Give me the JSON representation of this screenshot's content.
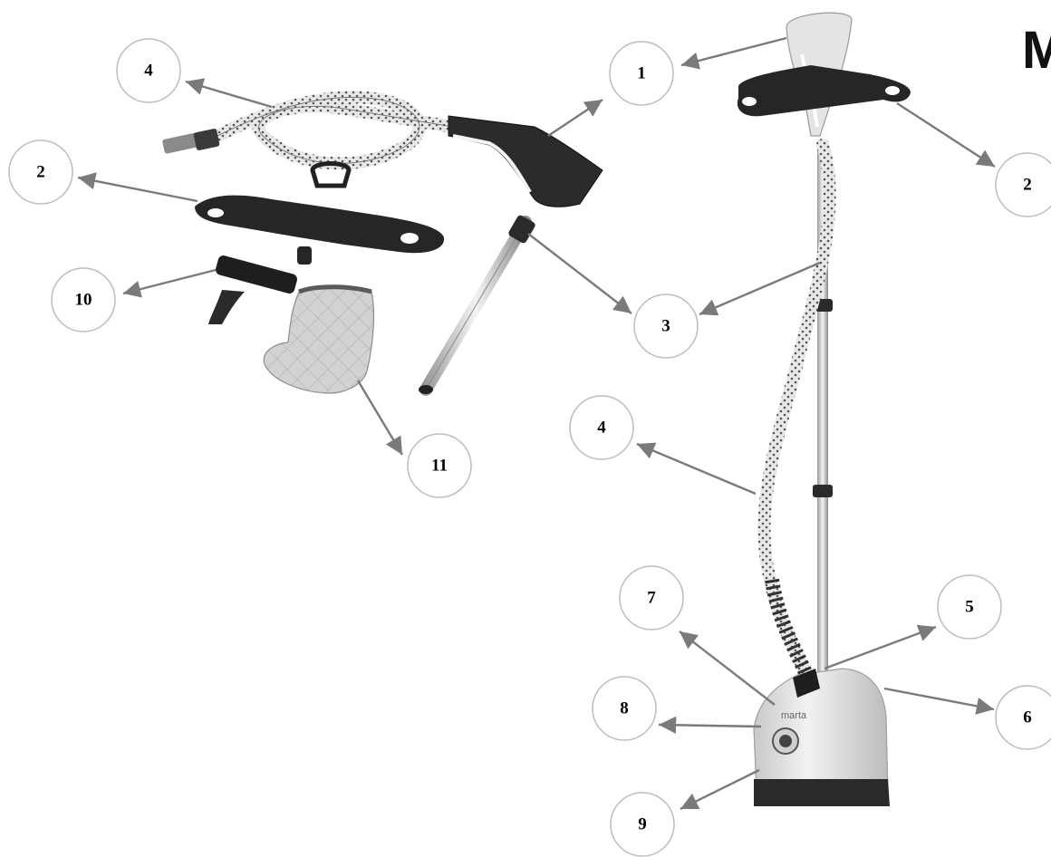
{
  "brand_label": "M",
  "base_label": "marta",
  "callouts": [
    {
      "id": "c4a",
      "label": "4"
    },
    {
      "id": "c1",
      "label": "1"
    },
    {
      "id": "c2a",
      "label": "2"
    },
    {
      "id": "c2b",
      "label": "2"
    },
    {
      "id": "c10",
      "label": "10"
    },
    {
      "id": "c3",
      "label": "3"
    },
    {
      "id": "c11",
      "label": "11"
    },
    {
      "id": "c4b",
      "label": "4"
    },
    {
      "id": "c7",
      "label": "7"
    },
    {
      "id": "c5",
      "label": "5"
    },
    {
      "id": "c8",
      "label": "8"
    },
    {
      "id": "c6",
      "label": "6"
    },
    {
      "id": "c9",
      "label": "9"
    }
  ]
}
